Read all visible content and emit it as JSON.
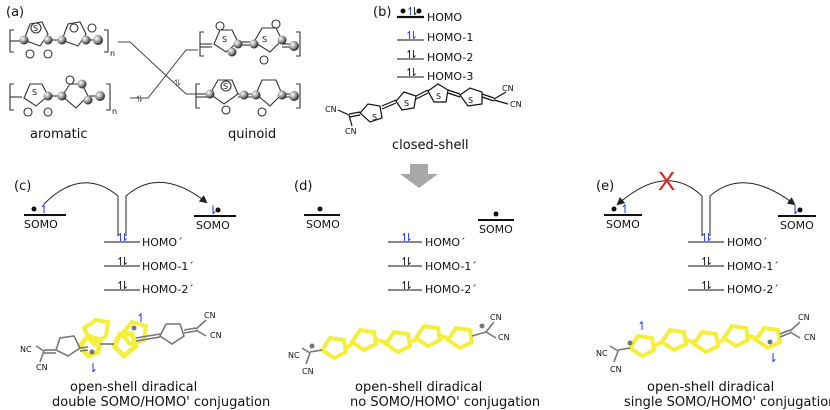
{
  "panels": {
    "a": {
      "letter": "(a)",
      "aromatic_label": "aromatic",
      "quinoid_label": "quinoid",
      "repeat_n": "n",
      "ring_atom": "S"
    },
    "b": {
      "letter": "(b)",
      "levels": [
        "HOMO",
        "HOMO-1",
        "HOMO-2",
        "HOMO-3"
      ],
      "caption": "closed-shell",
      "cn": "CN",
      "s": "S"
    },
    "c": {
      "letter": "(c)",
      "somo_left": "SOMO",
      "somo_right": "SOMO",
      "levels": [
        "HOMO´",
        "HOMO-1´",
        "HOMO-2´"
      ],
      "caption_line1": "open-shell diradical",
      "caption_line2": "double SOMO/HOMO' conjugation"
    },
    "d": {
      "letter": "(d)",
      "somo_left": "SOMO",
      "somo_right": "SOMO",
      "levels": [
        "HOMO´",
        "HOMO-1´",
        "HOMO-2´"
      ],
      "caption_line1": "open-shell diradical",
      "caption_line2": "no SOMO/HOMO' conjugation"
    },
    "e": {
      "letter": "(e)",
      "somo_left": "SOMO",
      "somo_right": "SOMO",
      "levels": [
        "HOMO´",
        "HOMO-1´",
        "HOMO-2´"
      ],
      "caption_line1": "open-shell diradical",
      "caption_line2": "single SOMO/HOMO' conjugation",
      "blocked_mark": "X"
    }
  },
  "colors": {
    "spin_up": "#1a33ff",
    "highlight": "#f5ee3a",
    "blocked": "#e8201a",
    "arrow": "#999999",
    "gray_molecule": "#777777"
  }
}
